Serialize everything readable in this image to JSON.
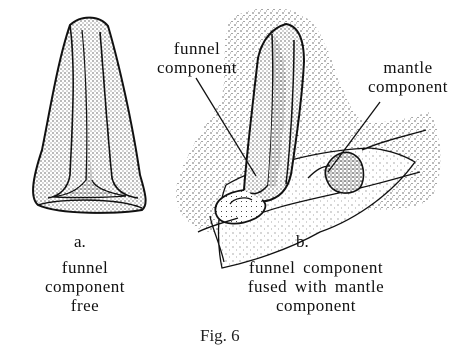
{
  "panel_a": {
    "letter": "a.",
    "caption": [
      "funnel",
      "component",
      "free"
    ]
  },
  "panel_b": {
    "letter": "b.",
    "caption": [
      "funnel component",
      "fused with mantle",
      "component"
    ],
    "callout_funnel": [
      "funnel",
      "component"
    ],
    "callout_mantle": [
      "mantle",
      "component"
    ]
  },
  "figure_caption_fragment": "Fig. 6",
  "colors": {
    "ink": "#111111",
    "paper": "#ffffff"
  }
}
